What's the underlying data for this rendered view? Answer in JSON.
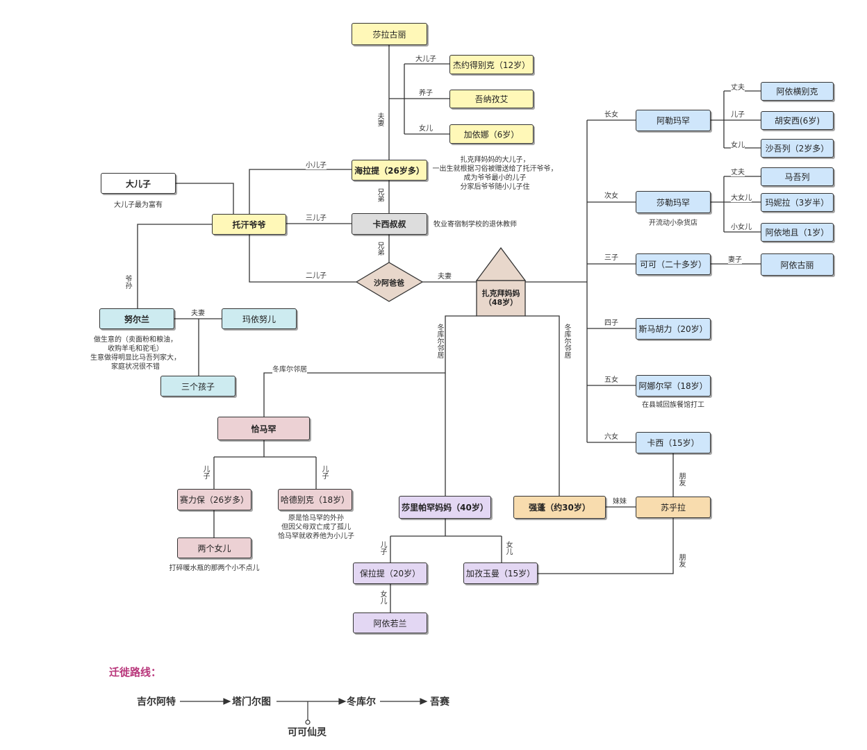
{
  "colors": {
    "yellow": "#fff8b8",
    "blue": "#cfe6fb",
    "cyan": "#cdebf0",
    "pink": "#ecd1d4",
    "purple": "#e3d7f3",
    "orange": "#f8dcae",
    "grey": "#dddddd",
    "route_title": "#b8357a"
  },
  "nodes": {
    "shalaguli": "莎拉古丽",
    "jieyuedebieke": "杰约得别克（12岁）",
    "ximanaai": "吾纳孜艾",
    "jiayina": "加依娜（6岁）",
    "hailati": "海拉提（26岁多）",
    "kaxi_shushu": "卡西叔叔",
    "shaa_baba": "沙阿爸爸",
    "zhakebai_mama": "扎克拜妈妈\n（48岁）",
    "tuohan_yeye": "托汗爷爷",
    "da_erzi": "大儿子",
    "nuerlan": "努尔兰",
    "mayinuer": "玛依努儿",
    "sange_haizi": "三个孩子",
    "qiamahan": "恰马罕",
    "sailibao": "赛力保（26岁多）",
    "hadebieke": "哈德别克（18岁）",
    "liangge_nver": "两个女儿",
    "shalipahan_mama": "莎里帕罕妈妈（40岁）",
    "qiangpeng": "强蓬（约30岁）",
    "suhula": "苏乎拉",
    "baolati": "保拉提（20岁）",
    "jiazhayuhan": "加孜玉曼（15岁）",
    "ayijunlan": "阿依若兰",
    "alemahan": "阿勒玛罕",
    "salemahan": "莎勒玛罕",
    "keke": "可可（二十多岁）",
    "simahulijiang": "斯马胡力（20岁）",
    "anaerhan": "阿娜尔罕（18岁）",
    "kaxi": "卡西（15岁）",
    "ayihengbieke": "阿依横别克",
    "huanxi": "胡安西(6岁)",
    "shajilie": "沙吾列（2岁多）",
    "majilie": "马吾列",
    "manila": "玛妮拉（3岁半）",
    "ayidiqie": "阿依地且（1岁）",
    "ayiguli": "阿依古丽"
  },
  "edge_labels": {
    "da_erzi": "大儿子",
    "yangzi": "养子",
    "nver": "女儿",
    "fuqi": "夫妻",
    "xiao_erzi": "小儿子",
    "xiongdi": "兄弟",
    "san_erzi": "三儿子",
    "er_erzi": "二儿子",
    "yesun": "爷孙",
    "dongkuer_linju": "冬库尔邻居",
    "erzi": "儿子",
    "zhangnv": "长女",
    "cinv": "次女",
    "sanzi": "三子",
    "sizi": "四子",
    "wunv": "五女",
    "liunv": "六女",
    "zhangfu": "丈夫",
    "da_nver": "大女儿",
    "xiao_nver": "小女儿",
    "qizi": "妻子",
    "pengyou": "朋友",
    "meimei": "妹妹"
  },
  "notes": {
    "hailati": "扎克拜妈妈的大儿子，\n一出生就根据习俗被赠送给了托汗爷爷，\n成为爷爷最小的儿子\n分家后爷爷随小儿子住",
    "kaxi_shushu": "牧业寄宿制学校的退休教师",
    "da_erzi": "大儿子最为富有",
    "nuerlan": "做生意的（卖面粉和粮油，\n收购羊毛和驼毛）\n生意做得明显比马吾列家大，\n家庭状况很不错",
    "hadebieke": "原是恰马罕的外孙\n但因父母双亡成了孤儿\n恰马罕就收养他为小儿子",
    "liangge_nver": "打碎暖水瓶的那两个小不点儿",
    "salemahan": "开流动小杂货店",
    "anaerhan": "在县城回族餐馆打工"
  },
  "route": {
    "title": "迁徙路线：",
    "stops": [
      "吉尔阿特",
      "塔门尔图",
      "冬库尔",
      "吾赛"
    ],
    "branch": "可可仙灵"
  }
}
